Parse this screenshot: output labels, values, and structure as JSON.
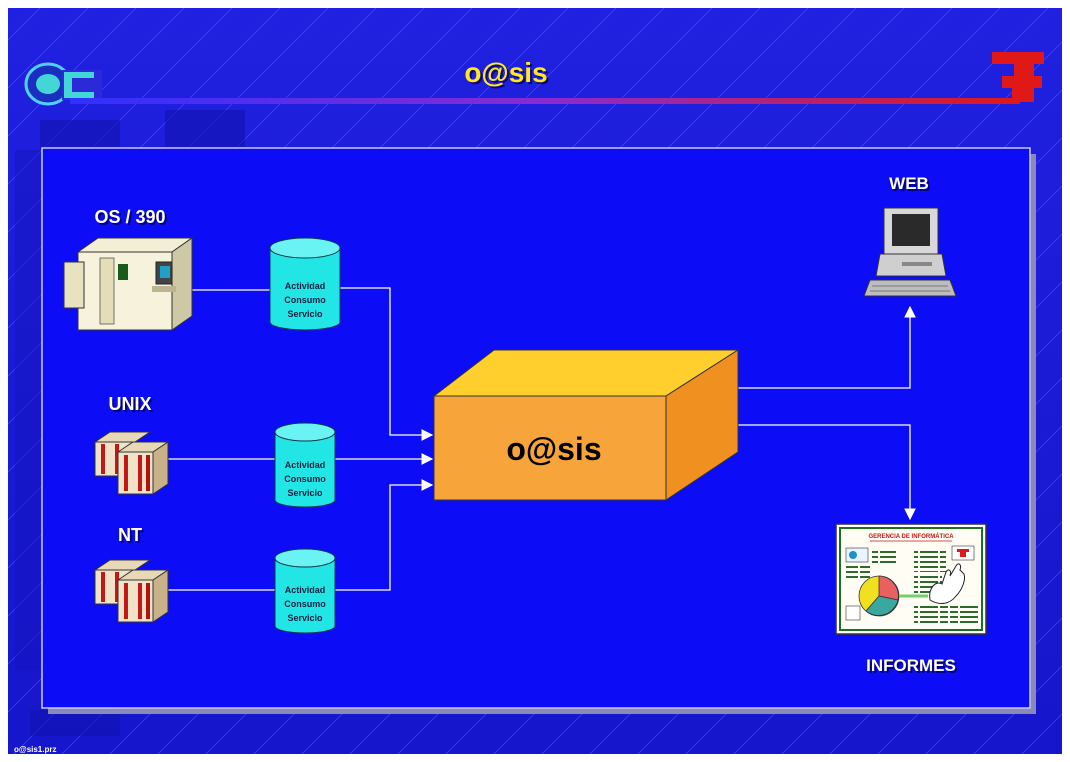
{
  "title": "o@sis",
  "footer": "o@sis1.prz",
  "sources": [
    {
      "label": "OS / 390",
      "db_lines": [
        "Actividad",
        "Consumo",
        "Servicio"
      ]
    },
    {
      "label": "UNIX",
      "db_lines": [
        "Actividad",
        "Consumo",
        "Servicio"
      ]
    },
    {
      "label": "NT",
      "db_lines": [
        "Actividad",
        "Consumo",
        "Servicio"
      ]
    }
  ],
  "hub": {
    "label": "o@sis"
  },
  "outputs": {
    "web": {
      "label": "WEB"
    },
    "reports": {
      "label": "INFORMES",
      "doc_header": "GERENCIA DE INFORMÁTICA"
    }
  },
  "colors": {
    "background": "#1c1ce8",
    "panel": "#0c0cf6",
    "title": "#ffe820",
    "cylinder": "#22e5e5",
    "box_front": "#f7a43a",
    "box_top": "#ffcf2e",
    "box_side": "#ef9020",
    "brand_red": "#e01818"
  }
}
